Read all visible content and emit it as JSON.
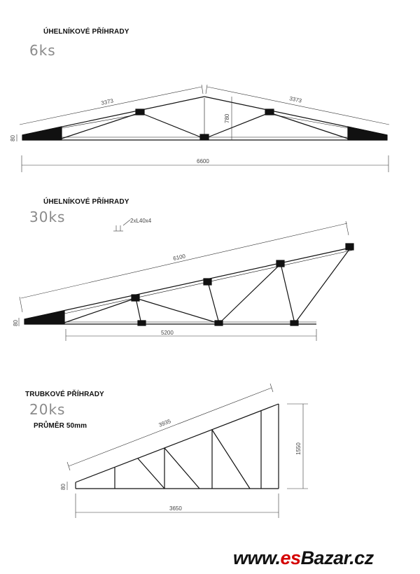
{
  "truss1": {
    "title": "ÚHELNÍKOVÉ PŘÍHRADY",
    "quantity": "6ks",
    "dims": {
      "left_rafter": "3373",
      "right_rafter": "3373",
      "height": "780",
      "end_height": "80",
      "span": "6600"
    }
  },
  "truss2": {
    "title": "ÚHELNÍKOVÉ PŘÍHRADY",
    "quantity": "30ks",
    "profile": "2xL40x4",
    "dims": {
      "top_chord": "6100",
      "bottom_chord": "5200",
      "end_height": "80"
    }
  },
  "truss3": {
    "title": "TRUBKOVÉ PŘÍHRADY",
    "quantity": "20ks",
    "diameter": "PRŮMĚR 50mm",
    "dims": {
      "top_chord": "3935",
      "height": "1550",
      "end_height": "80",
      "span": "3650"
    }
  },
  "watermark": {
    "prefix": "www.",
    "brand_red": "es",
    "brand": "Bazar",
    "suffix": ".cz"
  }
}
